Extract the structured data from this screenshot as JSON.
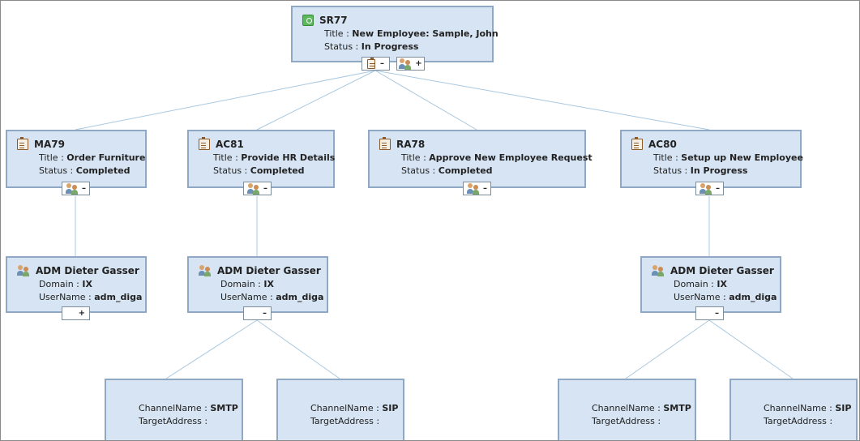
{
  "labels": {
    "title": "Title",
    "status": "Status",
    "domain": "Domain",
    "username": "UserName",
    "channel": "ChannelName",
    "target": "TargetAddress"
  },
  "root": {
    "id": "SR77",
    "title": "New Employee: Sample, John",
    "status": "In Progress",
    "icon": "service-request-icon"
  },
  "tasks": [
    {
      "id": "MA79",
      "title": "Order Furniture",
      "status": "Completed",
      "icon": "task-clipboard-icon"
    },
    {
      "id": "AC81",
      "title": "Provide HR Details",
      "status": "Completed",
      "icon": "task-clipboard-icon"
    },
    {
      "id": "RA78",
      "title": "Approve New Employee Request",
      "status": "Completed",
      "icon": "task-clipboard-icon"
    },
    {
      "id": "AC80",
      "title": "Setup up New Employee",
      "status": "In Progress",
      "icon": "task-clipboard-icon"
    }
  ],
  "persons": [
    {
      "name": "ADM Dieter Gasser",
      "domain": "IX",
      "username": "adm_diga",
      "icon": "users-icon"
    },
    {
      "name": "ADM Dieter Gasser",
      "domain": "IX",
      "username": "adm_diga",
      "icon": "users-icon"
    },
    {
      "name": "ADM Dieter Gasser",
      "domain": "IX",
      "username": "adm_diga",
      "icon": "users-icon"
    }
  ],
  "channels": [
    {
      "name": "SMTP",
      "target": ""
    },
    {
      "name": "SIP",
      "target": ""
    },
    {
      "name": "SMTP",
      "target": ""
    },
    {
      "name": "SIP",
      "target": ""
    }
  ],
  "controls": {
    "expand": "+",
    "collapse": "–"
  },
  "colors": {
    "node_fill": "#d6e4f3",
    "node_border": "#8fa9c4",
    "connector": "#a9c8e0"
  }
}
